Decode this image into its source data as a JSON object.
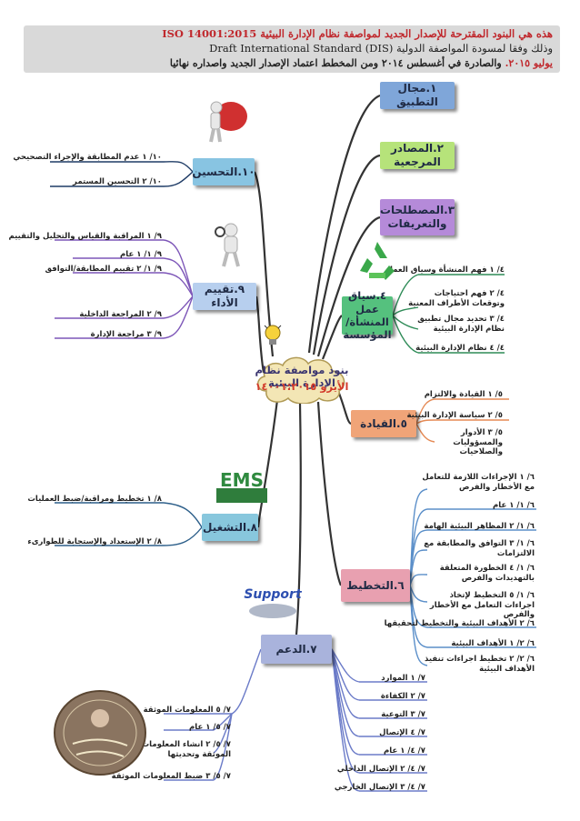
{
  "header": {
    "line1": "ISO 14001:2015  هذه هي البنود المقترحة للإصدار الجديد لمواصفة نظام الإدارة البيئية",
    "line2": "Draft International Standard (DIS) وذلك وفقا لمسودة المواصفة الدولية",
    "line3_main": "والصادرة في أغسطس ٢٠١٤  ومن المخطط اعتماد الإصدار الجديد واصداره نهائيا",
    "line3_date": "يوليو ٢٠١٥."
  },
  "center": {
    "title": "بنود مواصفة نظام الإدارة البيئية",
    "subtitle": "الأيزو ١٤٠٠١:٢٠١٥"
  },
  "branches": {
    "b1": "١.مجال التطبيق",
    "b2": "٢.المصادر المرجعية",
    "b3": "٣.المصطلحات والتعريفات",
    "b4": "٤.سياق عمل المنشأة/المؤسسة",
    "b5": "٥.القيادة",
    "b6": "٦.التخطيط",
    "b7": "٧.الدعم",
    "b8": "٨.التشغيل",
    "b9": "٩.تقييم الأداء",
    "b10": "١٠.التحسين"
  },
  "leaves": {
    "c4": [
      "٤/ ١ فهم المنشأة وسياق العمل",
      "٤/ ٢ فهم احتياجات وتوقعات الأطراف المعنية",
      "٤/ ٣ تحديد مجال تطبيق نظام الإدارة البيئية",
      "٤/ ٤ نظام الإدارة البيئية"
    ],
    "c5": [
      "٥/ ١ القيادة والالتزام",
      "٥/ ٢ سياسة الإدارة البيئية",
      "٥/ ٣ الأدوار والمسؤوليات والصلاحيات"
    ],
    "c6": [
      "٦/ ١ الإجراءات اللازمة للتعامل مع الأخطار والفرص",
      "٦/ ١/ ١ عام",
      "٦/ ١/ ٢ المظاهر البيئية الهامة",
      "٦/ ١/ ٣ التوافق والمطابقة مع الالتزامات",
      "٦/ ١/ ٤ الخطورة المتعلقة بالتهديدات والفرص",
      "٦/ ١/ ٥ التخطيط لإتخاذ اجراءات التعامل مع الأخطار والفرص",
      "٦/ ٢ الأهداف البيئية والتخطيط لتحقيقها",
      "٦/ ٢/ ١ الأهداف البيئية",
      "٦/ ٢/ ٢ تخطيط اجراءات تنفيذ الأهداف البيئية"
    ],
    "c7": [
      "٧/ ١ الموارد",
      "٧/ ٢ الكفاءة",
      "٧/ ٣ التوعية",
      "٧/ ٤ الإتصال",
      "٧/ ٤/ ١ عام",
      "٧/ ٤/ ٢ الإتصال الداخلي",
      "٧/ ٤/ ٣ الإتصال الخارجي"
    ],
    "c7b": [
      "٧/ ٥ المعلومات الموثقة",
      "٧/ ٥/ ١ عام",
      "٧/ ٥/ ٢ انشاء المعلومات الموثقة وتحديثها",
      "٧/ ٥/ ٣ ضبط المعلومات الموثقة"
    ],
    "c8": [
      "٨/ ١ تخطيط ومراقبة/ضبط العمليات",
      "٨/ ٢ الإستعداد والإستجابة للطوارىء"
    ],
    "c9": [
      "٩/ ١ المراقبة والقياس والتحليل والتقييم",
      "٩/ ١/ ١ عام",
      "٩/ ١/ ٢ تقييم المطابقة/التوافق",
      "٩/ ٢ المراجعة الداخلية",
      "٩/ ٣ مراجعة الإدارة"
    ],
    "c10": [
      "١٠/ ١ عدم المطابقة والإجراء التصحيحي",
      "١٠/ ٢ التحسين المستمر"
    ]
  },
  "images": {
    "improvement_figure": "person-pushing-improvement-icon",
    "magnifier_figure": "person-with-magnifier-icon",
    "recycle": "recycle-icon",
    "ems_blocks": "EMS",
    "support_hands": "Support",
    "lightbulb": "lightbulb-icon",
    "author_stamp": "author-signature-stamp"
  },
  "colors": {
    "title_red": "#c0282d",
    "trunk": "#333333",
    "b1": "#7fa6d9",
    "b2": "#b6e37a",
    "b3": "#b58ad9",
    "b4": "#55c17e",
    "b5": "#f0a478",
    "b6": "#e8a0b0",
    "b7": "#a9b3dc",
    "b8": "#88c7dd",
    "b9": "#b7cfee",
    "b10": "#88c4e2"
  }
}
